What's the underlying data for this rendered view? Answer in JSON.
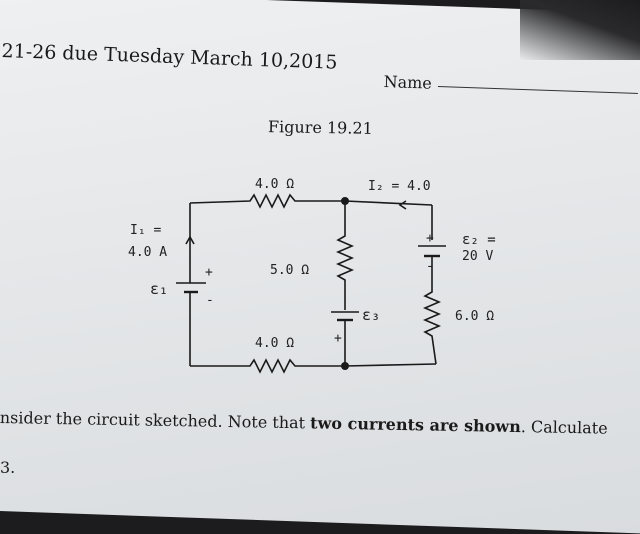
{
  "header": {
    "assignment": "21-26  due Tuesday March 10,2015",
    "name_label": "Name"
  },
  "figure": {
    "caption": "Figure 19.21",
    "labels": {
      "r_top": "4.0 Ω",
      "i2": "I₂ = 4.0",
      "i1_line1": "I₁ =",
      "i1_line2": "4.0 A",
      "emf1": "ε₁",
      "r_mid": "5.0 Ω",
      "emf3": "ε₃",
      "emf2_line1": "ε₂ =",
      "emf2_line2": "20 V",
      "r_right": "6.0 Ω",
      "r_bottom": "4.0 Ω",
      "plus": "+",
      "minus": "-"
    }
  },
  "text": {
    "line1_a": "nsider the circuit sketched. Note that ",
    "line1_b": "two currents are shown",
    "line1_c": ". Calculate",
    "line2": "3."
  }
}
